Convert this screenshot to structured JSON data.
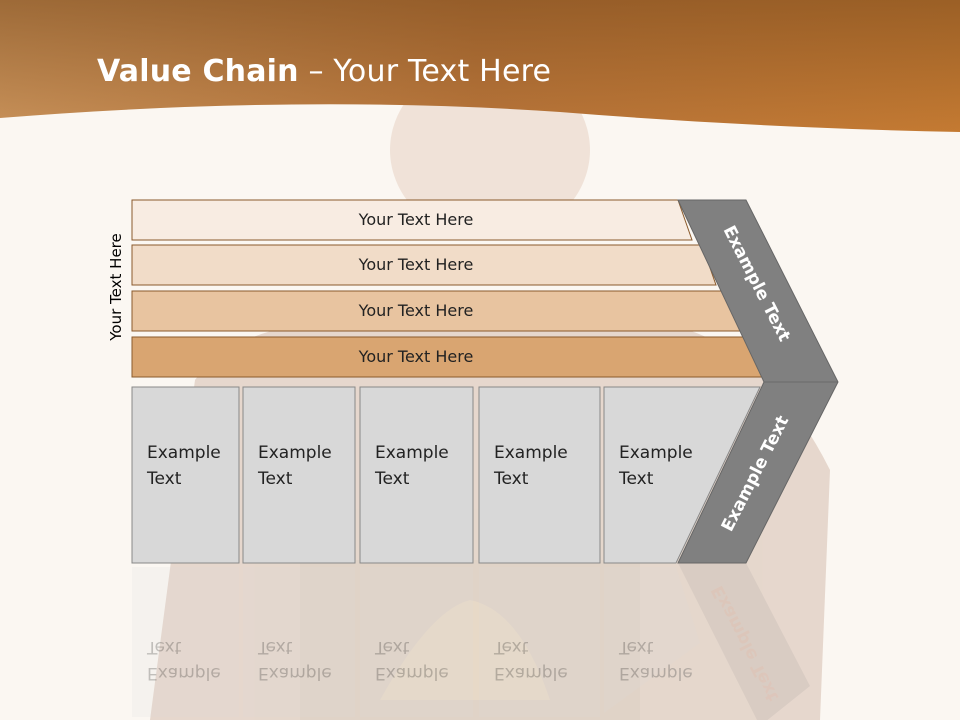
{
  "title": {
    "bold": "Value Chain",
    "rest": " – Your Text Here"
  },
  "side_label": "Your Text Here",
  "bars": [
    {
      "label": "Your Text Here",
      "fill": "#f8ece2"
    },
    {
      "label": "Your Text Here",
      "fill": "#f1dcc8"
    },
    {
      "label": "Your Text Here",
      "fill": "#e8c4a0"
    },
    {
      "label": "Your Text Here",
      "fill": "#d9a571"
    }
  ],
  "boxes": [
    {
      "line1": "Example",
      "line2": "Text"
    },
    {
      "line1": "Example",
      "line2": "Text"
    },
    {
      "line1": "Example",
      "line2": "Text"
    },
    {
      "line1": "Example",
      "line2": "Text"
    },
    {
      "line1": "Example",
      "line2": "Text"
    }
  ],
  "chevron_upper_label": "Example Text",
  "chevron_lower_label": "Example Text",
  "colors": {
    "header_band": "#c07a38",
    "bar_stroke": "#8a5a2c",
    "box_fill": "#d8d8d8",
    "box_stroke": "#888888",
    "chevron_fill": "#808080"
  }
}
